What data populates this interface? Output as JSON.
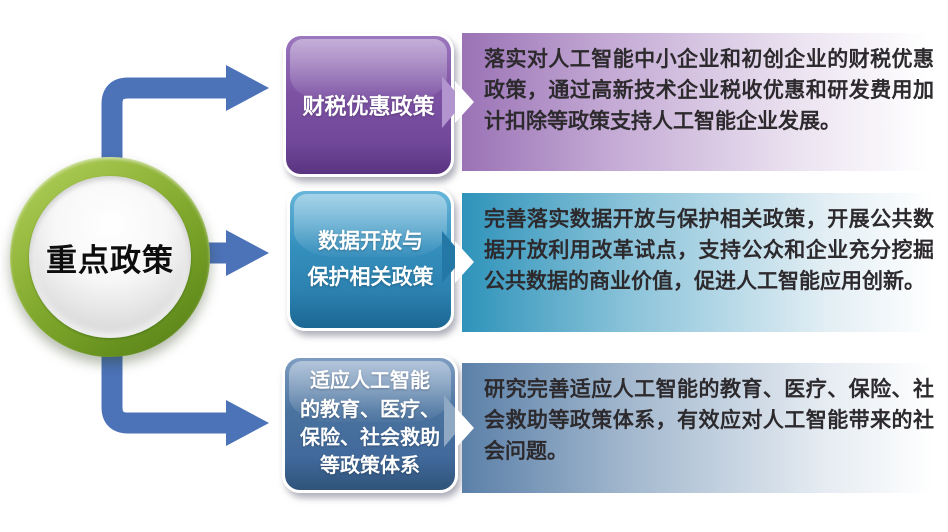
{
  "diagram": {
    "hub": {
      "label": "重点政策"
    },
    "rows": [
      {
        "label": "财税优惠政策",
        "description": "落实对人工智能中小企业和初创企业的财税优惠政策，通过高新技术企业税收优惠和研发费用加计扣除等政策支持人工智能企业发展。",
        "box_color": "#7D52A3",
        "panel_start_color": "#9A72B5",
        "tab_color": "#B294CE"
      },
      {
        "label": "数据开放与\n保护相关政策",
        "description": "完善落实数据开放与保护相关政策，开展公共数据开放利用改革试点，支持公众和企业充分挖掘公共数据的商业价值，促进人工智能应用创新。",
        "box_color": "#2B80AE",
        "panel_start_color": "#2E93BA",
        "tab_color": "#2478A6"
      },
      {
        "label": "适应人工智能\n的教育、医疗、\n保险、社会救助\n等政策体系",
        "description": "研究完善适应人工智能的教育、医疗、保险、社会救助等政策体系，有效应对人工智能带来的社会问题。",
        "box_color": "#44699B",
        "panel_start_color": "#5B80A8",
        "tab_color": "#8FA8C4"
      }
    ],
    "colors": {
      "arrow": "#4C72B8",
      "hub_ring_green": "#7FA62B",
      "hub_sphere": "#E8E8E8",
      "hub_text": "#0D0D0D",
      "description_text": "#2D2A2E",
      "background": "#FFFFFF"
    }
  }
}
